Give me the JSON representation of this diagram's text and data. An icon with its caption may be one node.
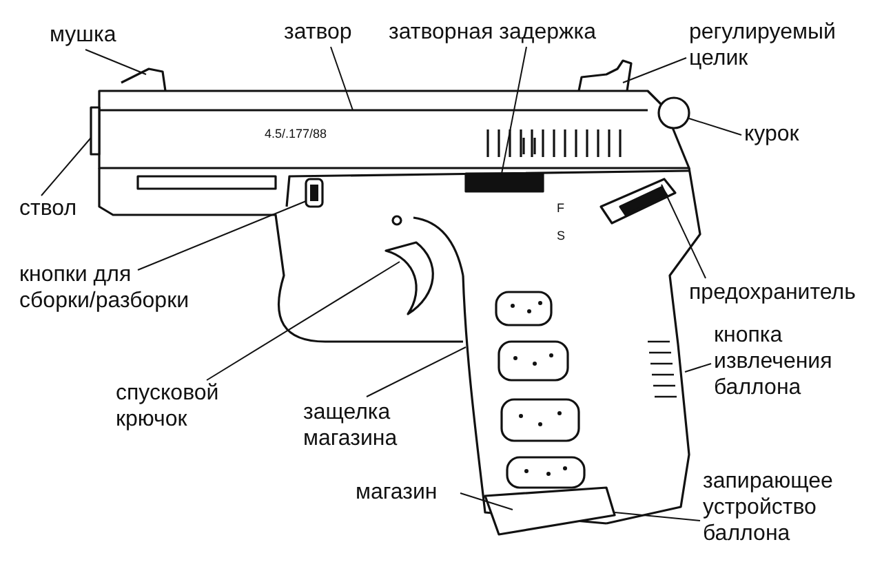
{
  "diagram": {
    "nodes": [
      {
        "text": [
          "мушка"
        ]
      },
      {
        "text": [
          "затвор"
        ]
      },
      {
        "text": [
          "затворная задержка"
        ]
      },
      {
        "text": [
          "регулируемый целик"
        ]
      },
      {
        "text": [
          "курок"
        ]
      },
      {
        "text": [
          "ствол"
        ]
      },
      {
        "text": [
          "предохранитель"
        ]
      },
      {
        "text": [
          "кнопки для сборки/разборки"
        ]
      },
      {
        "text": [
          "кнопка извлечения баллона"
        ]
      },
      {
        "text": [
          "спусковой крючок"
        ]
      },
      {
        "text": [
          "защелка магазина"
        ]
      },
      {
        "text": [
          "магазин"
        ]
      },
      {
        "text": [
          "запирающее устройство баллона"
        ]
      },
      {
        "text": [],
        "shape": "circle"
      },
      {
        "text": [],
        "shape": "box"
      }
    ],
    "edges": [
      {
        "from": 0,
        "to": null,
        "arrow": "none"
      },
      {
        "from": 1,
        "to": null,
        "arrow": "none"
      },
      {
        "from": 2,
        "to": null,
        "arrow": "none"
      },
      {
        "from": 3,
        "to": null,
        "arrow": "none"
      },
      {
        "from": 4,
        "to": 13,
        "arrow": "none"
      },
      {
        "from": 5,
        "to": null,
        "arrow": "none"
      },
      {
        "from": 6,
        "to": null,
        "arrow": "none"
      },
      {
        "from": 7,
        "to": 14,
        "arrow": "none"
      },
      {
        "from": 8,
        "to": null,
        "arrow": "none"
      },
      {
        "from": 9,
        "to": null,
        "arrow": "none"
      },
      {
        "from": 10,
        "to": null,
        "arrow": "none"
      },
      {
        "from": 11,
        "to": null,
        "arrow": "none"
      },
      {
        "from": 12,
        "to": null,
        "arrow": "none"
      }
    ],
    "labels": [
      "4.5/.177/88",
      "F",
      "S"
    ]
  }
}
